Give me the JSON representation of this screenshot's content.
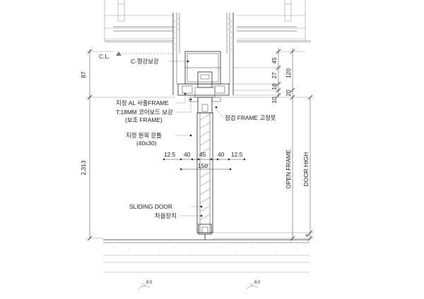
{
  "labels": {
    "centerline": "C.L.",
    "c_channel": "C-형강보강",
    "al_frame": "지정 AL 사출FRAME",
    "core_board_1": "T:18MM 코어보드 보강",
    "core_board_2": "(보조 FRAME)",
    "wood_bar_1": "지정 원목 문틀",
    "wood_bar_2": "(40x30)",
    "inspection_frame": "점검 FRAME 고정못",
    "sliding_door": "SLIDING DOOR",
    "stopper": "차음장치",
    "open_frame": "OPEN FRAME",
    "door_high": "DOOR HIGH"
  },
  "dims": {
    "d87": "87",
    "d2313": "2,313",
    "d45": "45",
    "d27": "27",
    "d18": "18",
    "d10": "10",
    "d120": "120",
    "d20": "20",
    "d8": "8",
    "w12_5_left": "12.5",
    "w40_left": "40",
    "w45": "45",
    "w40_right": "40",
    "w12_5_right": "12.5",
    "w150": "150"
  },
  "floor": {
    "mark_left": "8.0",
    "mark_right": "8.0"
  }
}
